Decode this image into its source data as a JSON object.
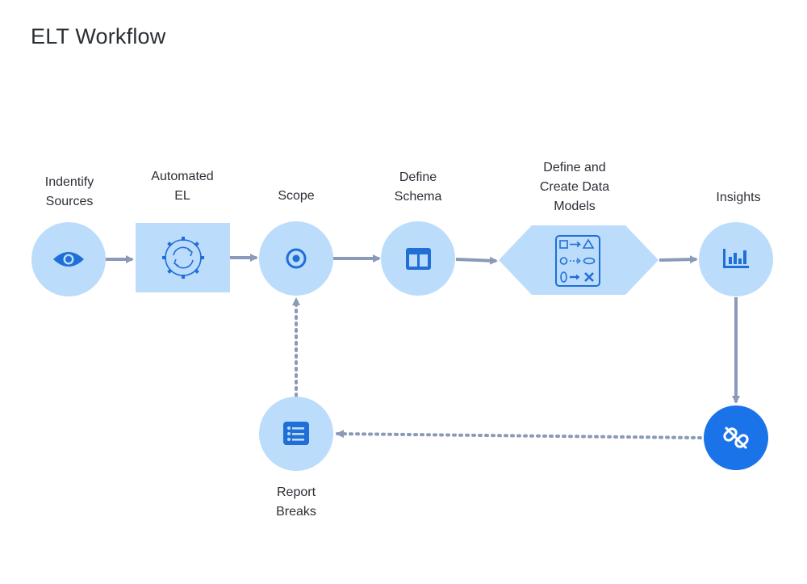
{
  "title": "ELT Workflow",
  "steps": {
    "identify": {
      "label": "Indentify\nSources",
      "icon": "eye-icon"
    },
    "automated_el": {
      "label": "Automated\nEL",
      "icon": "gear-sync-icon"
    },
    "scope": {
      "label": "Scope",
      "icon": "target-icon"
    },
    "schema": {
      "label": "Define\nSchema",
      "icon": "columns-icon"
    },
    "models": {
      "label": "Define and\nCreate Data\nModels",
      "icon": "shape-mapping-icon"
    },
    "insights": {
      "label": "Insights",
      "icon": "bar-chart-icon"
    },
    "breaks": {
      "icon": "broken-link-icon"
    },
    "report": {
      "label": "Report\nBreaks",
      "icon": "list-icon"
    }
  },
  "colors": {
    "node_fill": "#bcdcfb",
    "icon": "#1f6fd6",
    "accent_node": "#1a73e8",
    "arrow": "#8a9ab8"
  }
}
